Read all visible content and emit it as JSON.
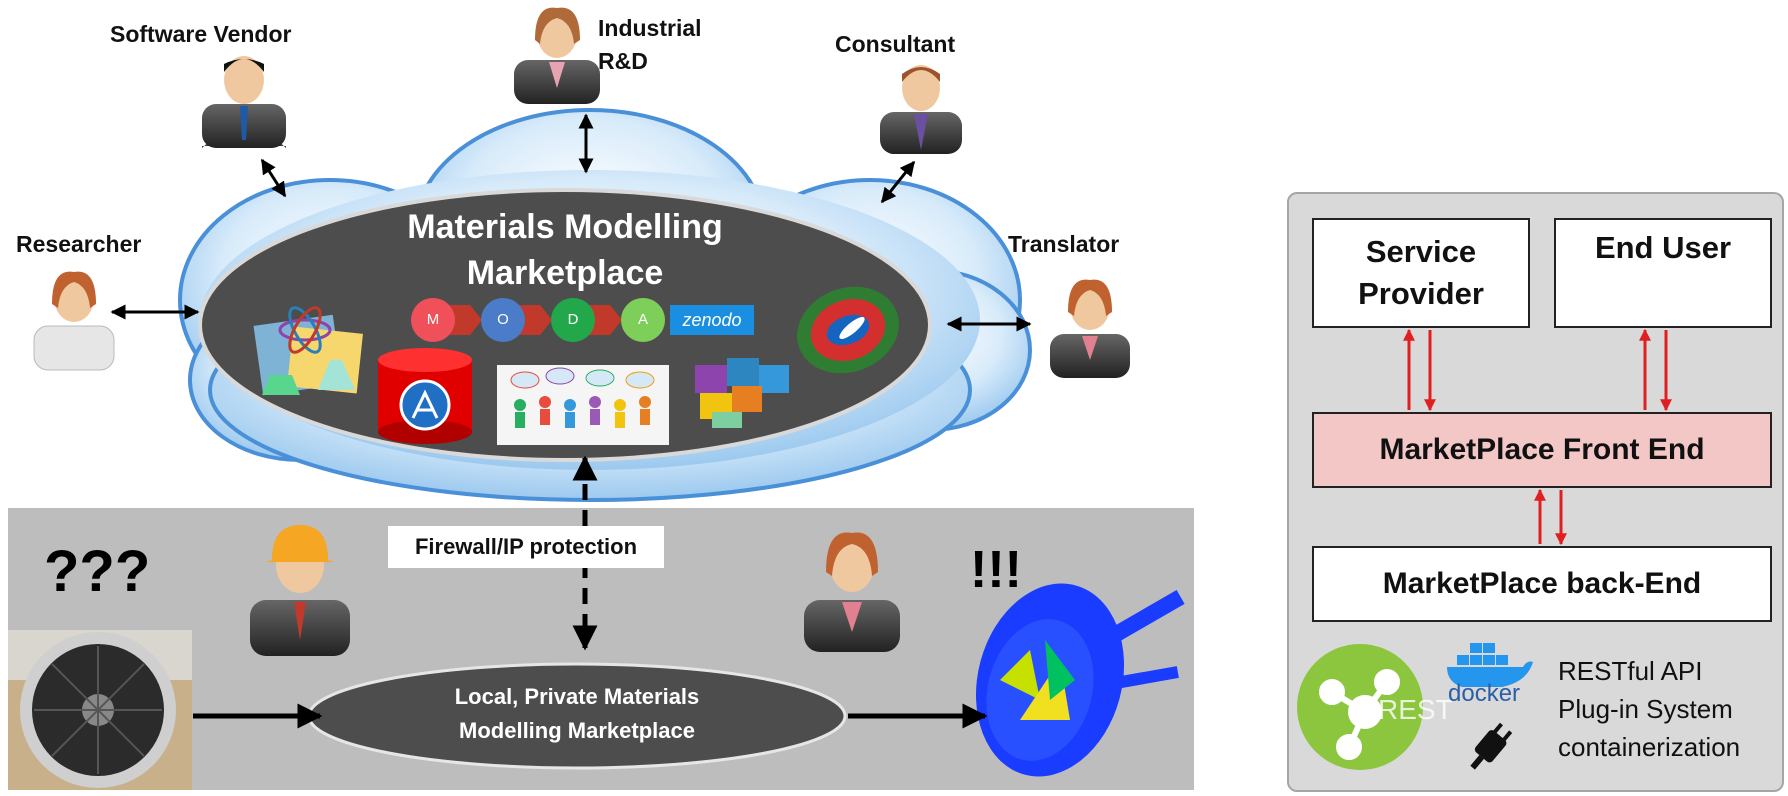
{
  "left_diagram": {
    "cloud_title": "Materials Modelling\nMarketplace",
    "moda_steps": [
      "M",
      "O",
      "D",
      "A"
    ],
    "repository_logo": "zenodo",
    "roles": {
      "software_vendor": "Software Vendor",
      "industrial_rd": "Industrial\nR&D",
      "consultant": "Consultant",
      "researcher": "Researcher",
      "translator": "Translator"
    },
    "firewall_label": "Firewall/IP protection",
    "question_marks": "???",
    "exclamation_marks": "!!!",
    "local_marketplace": "Local, Private Materials\nModelling Marketplace",
    "icons": [
      "science-collage-icon",
      "app-store-icon",
      "community-icon",
      "puzzle-icon",
      "simulation-icon",
      "jet-engine-photo",
      "turbine-simulation"
    ]
  },
  "right_diagram": {
    "service_provider": "Service\nProvider",
    "end_user": "End User",
    "front_end": "MarketPlace Front End",
    "back_end": "MarketPlace back-End",
    "rest_logo_text": "REST",
    "docker_logo_text": "docker",
    "features": [
      "RESTful API",
      "Plug-in System",
      "containerization"
    ],
    "colors": {
      "front_end_fill": "#f4c7c7",
      "arrow": "#e02020",
      "panel": "#d9d9d9",
      "rest_logo": "#8cc63f"
    }
  }
}
